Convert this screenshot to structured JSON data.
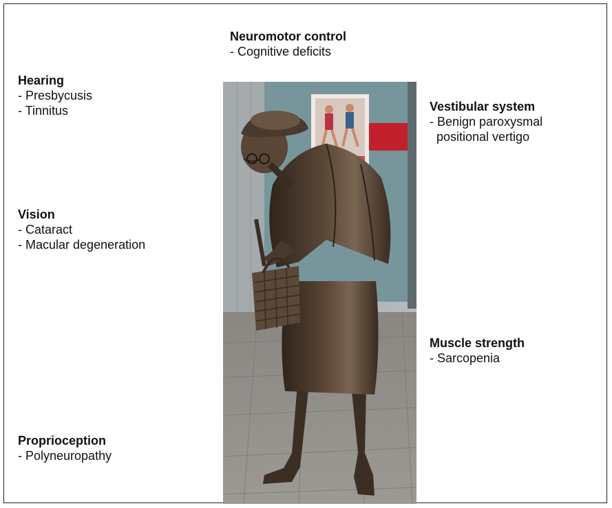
{
  "labels": {
    "neuromotor": {
      "title": "Neuromotor control",
      "items": [
        "- Cognitive deficits"
      ]
    },
    "hearing": {
      "title": "Hearing",
      "items": [
        "- Presbycusis",
        "- Tinnitus"
      ]
    },
    "vestibular": {
      "title": "Vestibular system",
      "items": [
        "- Benign paroxysmal",
        "  positional vertigo"
      ]
    },
    "vision": {
      "title": "Vision",
      "items": [
        "- Cataract",
        "- Macular degeneration"
      ]
    },
    "muscle": {
      "title": "Muscle strength",
      "items": [
        "- Sarcopenia"
      ]
    },
    "proprioception": {
      "title": "Proprioception",
      "items": [
        "- Polyneuropathy"
      ]
    }
  },
  "photo": {
    "subject": "bronze-statue-elderly-woman-with-basket",
    "colors": {
      "bronze": "#4a3a2e",
      "bronze_highlight": "#7a6552",
      "pavement": "#8e8a86",
      "wall": "#a9adb0",
      "window": "#6f8f96",
      "poster_red": "#c2202c"
    }
  }
}
